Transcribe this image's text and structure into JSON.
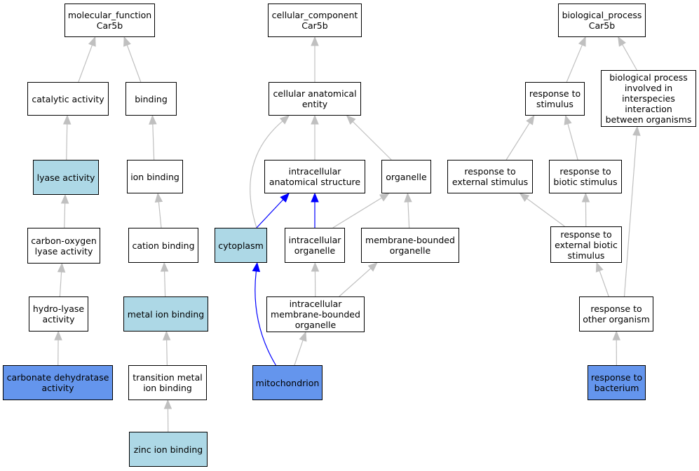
{
  "colors": {
    "edge_default": "#c0c0c0",
    "edge_highlight": "#0000ff",
    "node_light": "#add8e6",
    "node_dark": "#6495ed",
    "node_default": "#ffffff"
  },
  "nodes": {
    "molecular_function": {
      "label": "molecular_function\nCar5b",
      "fill": "white"
    },
    "cellular_component": {
      "label": "cellular_component\nCar5b",
      "fill": "white"
    },
    "biological_process": {
      "label": "biological_process\nCar5b",
      "fill": "white"
    },
    "catalytic_activity": {
      "label": "catalytic activity",
      "fill": "white"
    },
    "binding": {
      "label": "binding",
      "fill": "white"
    },
    "cellular_anatomical_entity": {
      "label": "cellular anatomical\nentity",
      "fill": "white"
    },
    "response_to_stimulus": {
      "label": "response to\nstimulus",
      "fill": "white"
    },
    "bp_interspecies": {
      "label": "biological process\ninvolved in\ninterspecies\ninteraction\nbetween organisms",
      "fill": "white"
    },
    "lyase_activity": {
      "label": "lyase activity",
      "fill": "light"
    },
    "ion_binding": {
      "label": "ion binding",
      "fill": "white"
    },
    "intracellular_anatomical_structure": {
      "label": "intracellular\nanatomical structure",
      "fill": "white"
    },
    "organelle": {
      "label": "organelle",
      "fill": "white"
    },
    "response_to_external_stimulus": {
      "label": "response to\nexternal stimulus",
      "fill": "white"
    },
    "response_to_biotic_stimulus": {
      "label": "response to\nbiotic stimulus",
      "fill": "white"
    },
    "carbon_oxygen_lyase_activity": {
      "label": "carbon-oxygen\nlyase activity",
      "fill": "white"
    },
    "cation_binding": {
      "label": "cation binding",
      "fill": "white"
    },
    "cytoplasm": {
      "label": "cytoplasm",
      "fill": "light"
    },
    "intracellular_organelle": {
      "label": "intracellular\norganelle",
      "fill": "white"
    },
    "membrane_bounded_organelle": {
      "label": "membrane-bounded\norganelle",
      "fill": "white"
    },
    "response_to_external_biotic_stimulus": {
      "label": "response to\nexternal biotic\nstimulus",
      "fill": "white"
    },
    "hydro_lyase_activity": {
      "label": "hydro-lyase\nactivity",
      "fill": "white"
    },
    "metal_ion_binding": {
      "label": "metal ion binding",
      "fill": "light"
    },
    "intracellular_membrane_bounded_organelle": {
      "label": "intracellular\nmembrane-bounded\norganelle",
      "fill": "white"
    },
    "response_to_other_organism": {
      "label": "response to\nother organism",
      "fill": "white"
    },
    "carbonate_dehydratase_activity": {
      "label": "carbonate dehydratase\nactivity",
      "fill": "dark"
    },
    "transition_metal_ion_binding": {
      "label": "transition metal\nion binding",
      "fill": "white"
    },
    "mitochondrion": {
      "label": "mitochondrion",
      "fill": "dark"
    },
    "response_to_bacterium": {
      "label": "response to\nbacterium",
      "fill": "dark"
    },
    "zinc_ion_binding": {
      "label": "zinc ion binding",
      "fill": "light"
    }
  },
  "edges": [
    {
      "from": "catalytic_activity",
      "to": "molecular_function",
      "highlight": false
    },
    {
      "from": "binding",
      "to": "molecular_function",
      "highlight": false
    },
    {
      "from": "lyase_activity",
      "to": "catalytic_activity",
      "highlight": false
    },
    {
      "from": "carbon_oxygen_lyase_activity",
      "to": "lyase_activity",
      "highlight": false
    },
    {
      "from": "hydro_lyase_activity",
      "to": "carbon_oxygen_lyase_activity",
      "highlight": false
    },
    {
      "from": "carbonate_dehydratase_activity",
      "to": "hydro_lyase_activity",
      "highlight": false
    },
    {
      "from": "ion_binding",
      "to": "binding",
      "highlight": false
    },
    {
      "from": "cation_binding",
      "to": "ion_binding",
      "highlight": false
    },
    {
      "from": "metal_ion_binding",
      "to": "cation_binding",
      "highlight": false
    },
    {
      "from": "transition_metal_ion_binding",
      "to": "metal_ion_binding",
      "highlight": false
    },
    {
      "from": "zinc_ion_binding",
      "to": "transition_metal_ion_binding",
      "highlight": false
    },
    {
      "from": "cellular_anatomical_entity",
      "to": "cellular_component",
      "highlight": false
    },
    {
      "from": "cytoplasm",
      "to": "cellular_anatomical_entity",
      "highlight": false
    },
    {
      "from": "intracellular_anatomical_structure",
      "to": "cellular_anatomical_entity",
      "highlight": false
    },
    {
      "from": "organelle",
      "to": "cellular_anatomical_entity",
      "highlight": false
    },
    {
      "from": "cytoplasm",
      "to": "intracellular_anatomical_structure",
      "highlight": true
    },
    {
      "from": "intracellular_organelle",
      "to": "intracellular_anatomical_structure",
      "highlight": true
    },
    {
      "from": "intracellular_organelle",
      "to": "organelle",
      "highlight": false
    },
    {
      "from": "membrane_bounded_organelle",
      "to": "organelle",
      "highlight": false
    },
    {
      "from": "intracellular_membrane_bounded_organelle",
      "to": "intracellular_organelle",
      "highlight": false
    },
    {
      "from": "intracellular_membrane_bounded_organelle",
      "to": "membrane_bounded_organelle",
      "highlight": false
    },
    {
      "from": "mitochondrion",
      "to": "intracellular_membrane_bounded_organelle",
      "highlight": false
    },
    {
      "from": "mitochondrion",
      "to": "cytoplasm",
      "highlight": true
    },
    {
      "from": "response_to_stimulus",
      "to": "biological_process",
      "highlight": false
    },
    {
      "from": "bp_interspecies",
      "to": "biological_process",
      "highlight": false
    },
    {
      "from": "response_to_external_stimulus",
      "to": "response_to_stimulus",
      "highlight": false
    },
    {
      "from": "response_to_biotic_stimulus",
      "to": "response_to_stimulus",
      "highlight": false
    },
    {
      "from": "response_to_external_biotic_stimulus",
      "to": "response_to_external_stimulus",
      "highlight": false
    },
    {
      "from": "response_to_external_biotic_stimulus",
      "to": "response_to_biotic_stimulus",
      "highlight": false
    },
    {
      "from": "response_to_other_organism",
      "to": "response_to_external_biotic_stimulus",
      "highlight": false
    },
    {
      "from": "response_to_other_organism",
      "to": "bp_interspecies",
      "highlight": false
    },
    {
      "from": "response_to_bacterium",
      "to": "response_to_other_organism",
      "highlight": false
    }
  ]
}
